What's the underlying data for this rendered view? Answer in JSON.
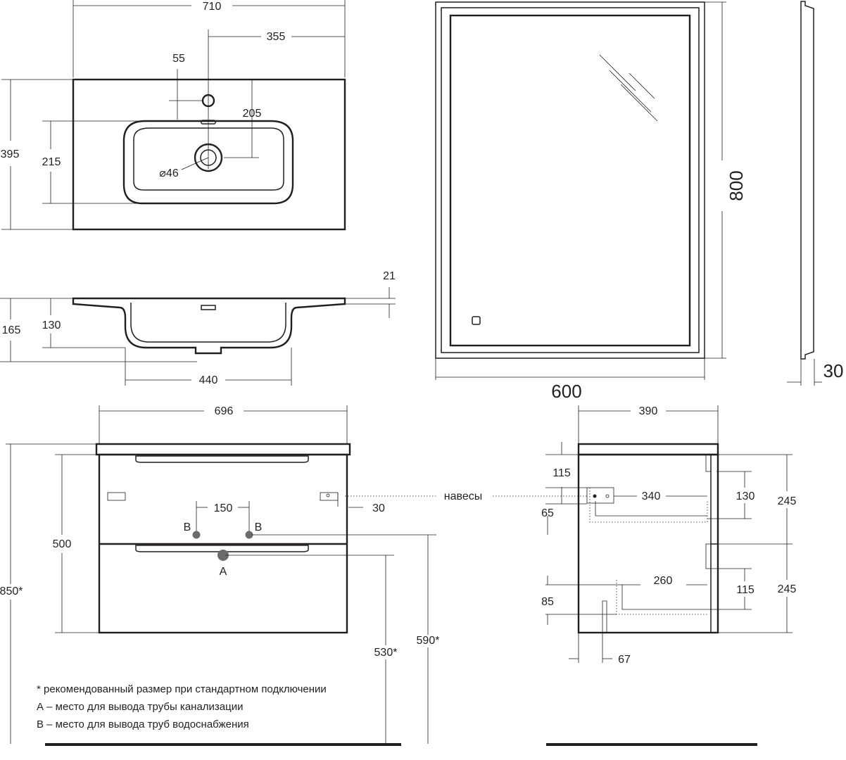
{
  "basin_top": {
    "width": "710",
    "half_width": "355",
    "tap_offset": "55",
    "depth": "395",
    "bowl_depth": "215",
    "drain_offset": "205",
    "drain_diameter": "⌀46"
  },
  "basin_side": {
    "rim": "21",
    "total_height": "165",
    "bowl_height": "130",
    "bowl_width": "440"
  },
  "mirror": {
    "height": "800",
    "width": "600",
    "thickness": "30"
  },
  "cabinet_front": {
    "width": "696",
    "height": "500",
    "total_height": "850*",
    "pipes_spacing": "150",
    "hinge_offset": "30",
    "label_b1": "B",
    "label_b2": "B",
    "label_a": "A",
    "drain_height": "530*",
    "water_height": "590*"
  },
  "cabinet_side": {
    "depth": "390",
    "top_gap": "115",
    "hinge_gap": "65",
    "upper_drawer_depth": "340",
    "upper_drawer_height": "130",
    "upper_section": "245",
    "lower_section": "245",
    "lower_drawer_depth": "260",
    "lower_gap": "115",
    "bottom_gap": "85",
    "foot_offset": "67"
  },
  "hinge_label": "навесы",
  "notes": [
    "* рекомендованный размер при стандартном подключении",
    "А – место для вывода трубы канализации",
    "В – место для вывода труб водоснабжения"
  ]
}
